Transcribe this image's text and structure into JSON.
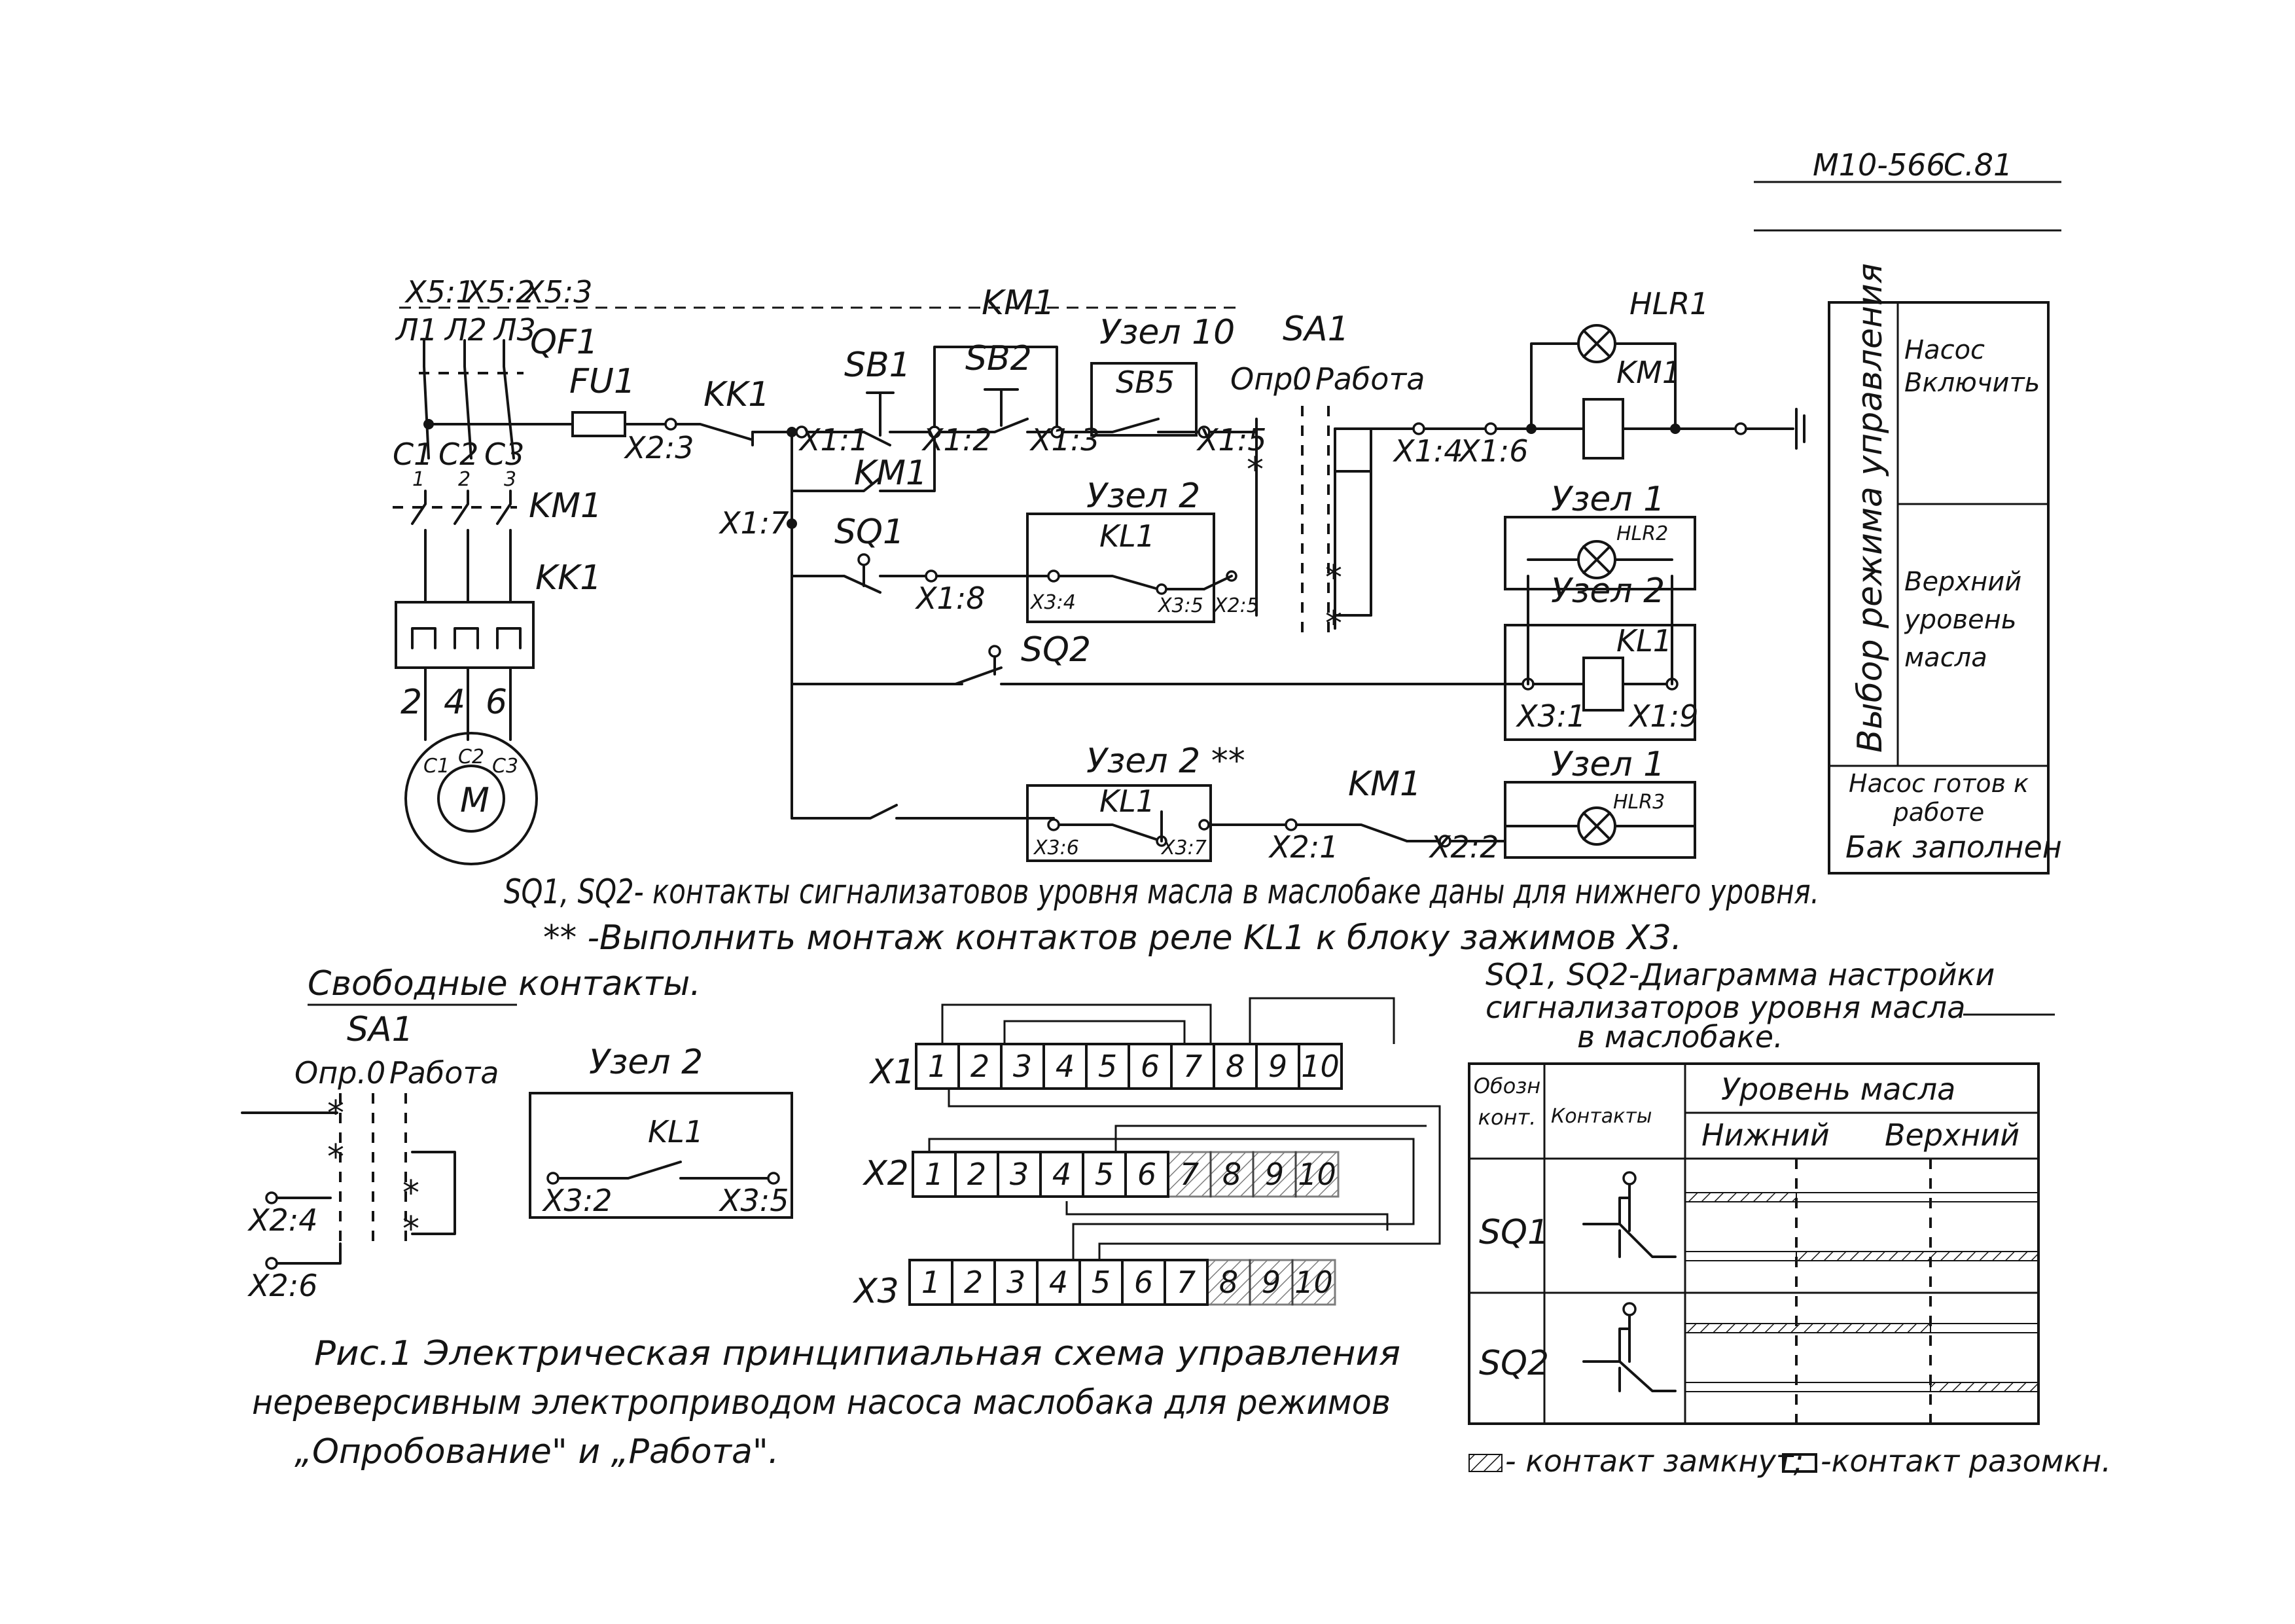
{
  "header": {
    "doc_code": "М10-566",
    "page": "С.81"
  },
  "main": {
    "supply": [
      "X5:1",
      "X5:2",
      "X5:3"
    ],
    "phases": [
      "Л1",
      "Л2",
      "Л3"
    ],
    "breaker": "QF1",
    "fuse": "FU1",
    "thermal_relay": "KK1",
    "contactor": "KM1",
    "motor": "M",
    "motor_terms": [
      "C1",
      "C2",
      "C3"
    ],
    "terms_246": [
      "2",
      "4",
      "6"
    ],
    "cap_labels": [
      "C1",
      "C2",
      "C3"
    ],
    "cap_sub": [
      "1",
      "2",
      "3"
    ],
    "buttons": [
      "SB1",
      "SB2",
      "SB5"
    ],
    "uzel10": "Узел 10",
    "uzel1": "Узел 1",
    "uzel2": "Узел 2",
    "uzel2_star": "Узел 2 **",
    "selector": "SA1",
    "sel_test": "Опр.",
    "sel_zero": "0",
    "sel_work": "Работа",
    "sq1": "SQ1",
    "sq2": "SQ2",
    "kl1": "KL1",
    "hlr": [
      "HLR1",
      "HLR2",
      "HLR3"
    ],
    "terminals": {
      "x2_3": "X2:3",
      "x1_1": "X1:1",
      "x1_2": "X1:2",
      "x1_3": "X1:3",
      "x1_5": "X1:5",
      "x1_4": "X1:4",
      "x1_6": "X1:6",
      "x1_7": "X1:7",
      "x1_8": "X1:8",
      "x3_4": "X3:4",
      "x3_5": "X3:5",
      "x2_5": "X2:5",
      "x3_1": "X3:1",
      "x1_9": "X1:9",
      "x3_6": "X3:6",
      "x3_7": "X3:7",
      "x2_1": "X2:1",
      "x2_2": "X2:2"
    }
  },
  "control_table": {
    "title": "Выбор режима управления",
    "rows": [
      "Насос Включить",
      "Верхний уровень масла",
      "Насос готов к работе",
      "Бак заполнен"
    ]
  },
  "notes": {
    "note1": "SQ1, SQ2- контакты сигнализатовов уровня масла в маслобаке даны для нижнего уровня.",
    "note2": "** -Выполнить монтаж контактов реле KL1 к блоку зажимов X3."
  },
  "free_contacts": {
    "title": "Свободные контакты.",
    "selector": "SA1",
    "sel_test": "Опр.",
    "sel_zero": "0",
    "sel_work": "Работа",
    "term_a": "X2:4",
    "term_b": "X2:6",
    "uzel2": "Узел 2",
    "kl1": "KL1",
    "term_c": "X3:2",
    "term_d": "X3:5"
  },
  "terminal_blocks": [
    {
      "name": "X1",
      "cells": [
        "1",
        "2",
        "3",
        "4",
        "5",
        "6",
        "7",
        "8",
        "9",
        "10"
      ]
    },
    {
      "name": "X2",
      "cells": [
        "1",
        "2",
        "3",
        "4",
        "5",
        "6",
        "7",
        "8",
        "9",
        "10"
      ]
    },
    {
      "name": "X3",
      "cells": [
        "1",
        "2",
        "3",
        "4",
        "5",
        "6",
        "7",
        "8",
        "9",
        "10"
      ]
    }
  ],
  "level_diagram": {
    "title_line1": "SQ1, SQ2-Диаграмма настройки",
    "title_line2": "сигнализаторов уровня масла",
    "title_line3": "в маслобаке.",
    "col_designation": "Обозн конт.",
    "col_contacts": "Контакты",
    "col_level": "Уровень масла",
    "col_low": "Нижний",
    "col_high": "Верхний",
    "rows": [
      "SQ1",
      "SQ2"
    ]
  },
  "legend": {
    "closed": "- контакт замкнут;",
    "open": "-контакт разомкн."
  },
  "caption": {
    "line1": "Рис.1 Электрическая принципиальная схема управления",
    "line2": "нереверсивным электроприводом насоса маслобака для режимов",
    "line3": "„Опробование\" и „Работа\"."
  }
}
